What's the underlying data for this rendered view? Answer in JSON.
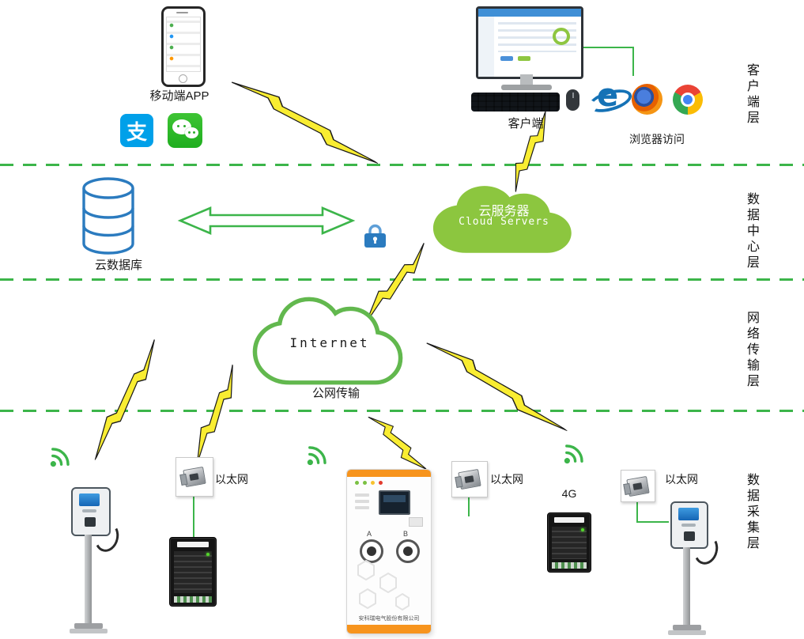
{
  "colors": {
    "brand_green": "#6abf4b",
    "cloud_green": "#8cc63f",
    "dash_green": "#3cb54a",
    "bolt_yellow": "#f9ed32",
    "db_blue": "#2b7bbf",
    "station_orange": "#f7941d"
  },
  "layer_labels": [
    "客户端层",
    "数据中心层",
    "网络传输层",
    "数据采集层"
  ],
  "client": {
    "mobile_app": "移动端APP",
    "client_pc": "客户端",
    "browser_access": "浏览器访问",
    "alipay_char": "支",
    "ie_glyph": "e"
  },
  "datacenter": {
    "database": "云数据库",
    "cloud_cn": "云服务器",
    "cloud_en": "Cloud Servers"
  },
  "network": {
    "internet": "Internet",
    "public_net": "公网传输"
  },
  "collection": {
    "ethernets": [
      "以太网",
      "以太网",
      "以太网"
    ],
    "four_g": "4G",
    "socket_a": "A",
    "socket_b": "B",
    "company": "安科瑞电气股份有限公司"
  }
}
